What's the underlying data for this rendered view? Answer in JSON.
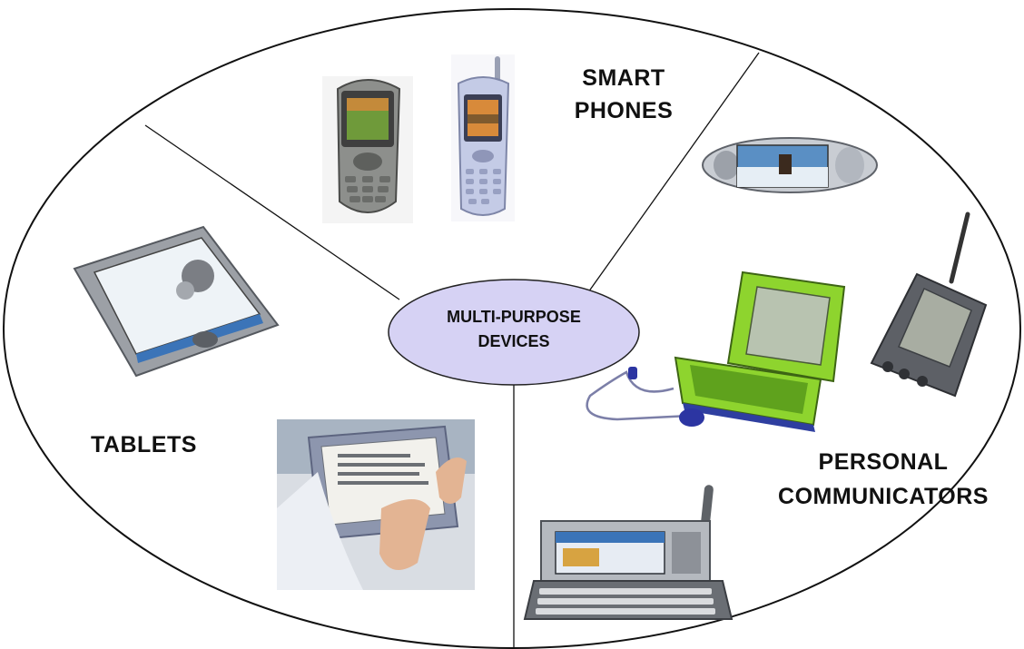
{
  "center": {
    "line1": "MULTI-PURPOSE",
    "line2": "DEVICES",
    "fill": "#d6d2f4"
  },
  "categories": {
    "smart_phones": {
      "line1": "SMART",
      "line2": "PHONES"
    },
    "tablets": {
      "label": "TABLETS"
    },
    "personal_communicators": {
      "line1": "PERSONAL",
      "line2": "COMMUNICATORS"
    }
  },
  "colors": {
    "outline": "#111111",
    "device_green": "#8ed42e",
    "device_silver": "#c9cdd3",
    "tablet_frame": "#8d96ae",
    "screen_blue": "#3b74b8"
  }
}
